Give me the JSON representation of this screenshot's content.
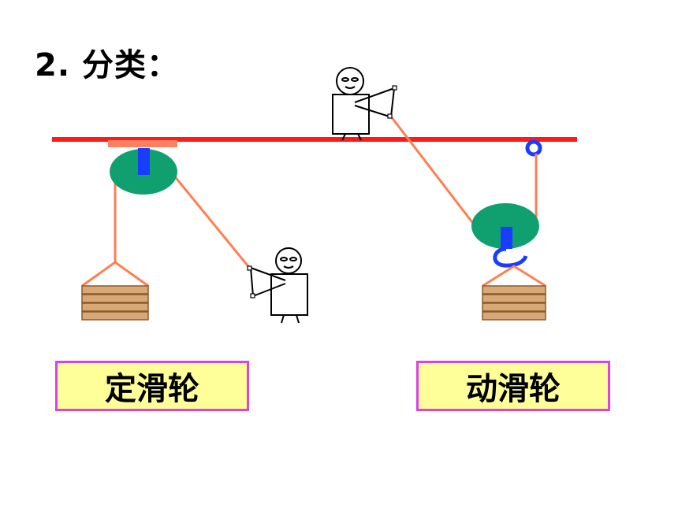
{
  "heading": "2. 分类：",
  "labels": {
    "fixed_pulley": "定滑轮",
    "movable_pulley": "动滑轮"
  },
  "colors": {
    "beam": "#ff1a1a",
    "rope": "#ff7f50",
    "pulley_wheel": "#10a070",
    "axle": "#1a3cff",
    "mount": "#ff8060",
    "crate": "#d9a877",
    "label_fill": "#ffff99",
    "label_border": "#e040e0"
  }
}
